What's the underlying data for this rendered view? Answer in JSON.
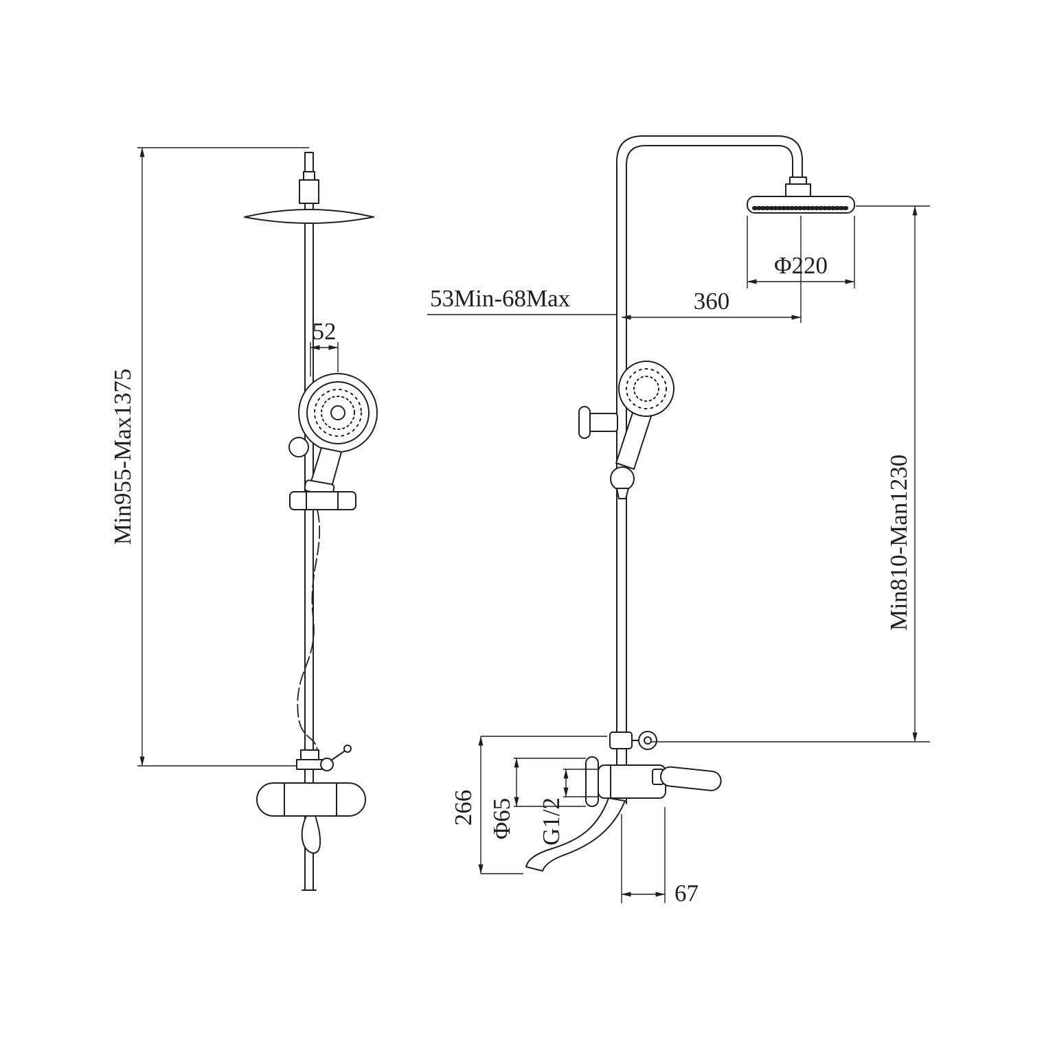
{
  "drawing": {
    "type": "technical-dimension-drawing",
    "colors": {
      "line": "#1f1f1f",
      "background": "#ffffff"
    },
    "side": {
      "overall_height": "Min955-Max1375",
      "hand_shower_offset": "52"
    },
    "front": {
      "bracket_range": "53Min-68Max",
      "arm_reach": "360",
      "head_diameter": "Φ220",
      "column_height": "Min810-Man1230",
      "valve_height": "266",
      "escutcheon_diameter": "Φ65",
      "thread": "G1/2",
      "spout_offset": "67"
    }
  }
}
